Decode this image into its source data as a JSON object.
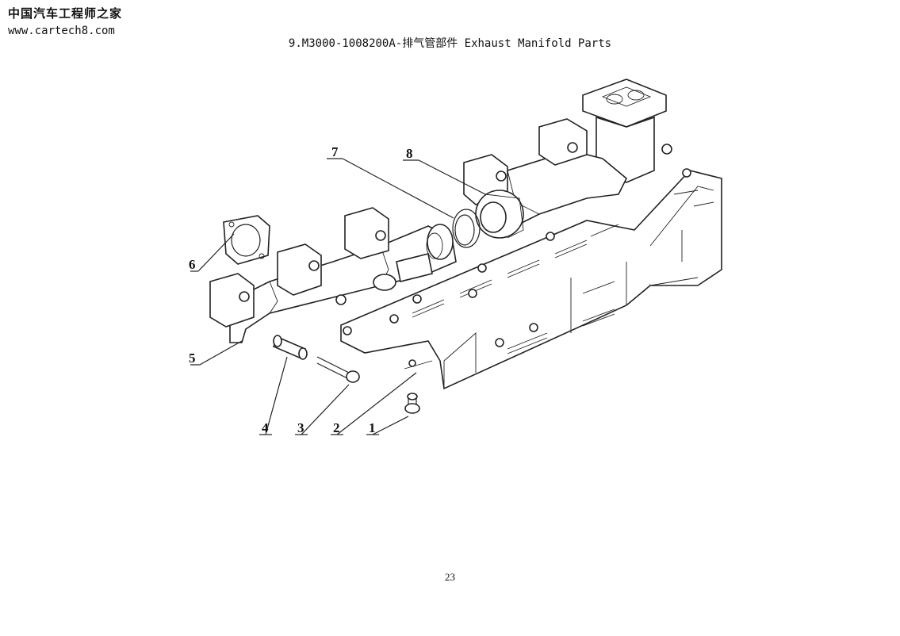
{
  "watermark": {
    "site_name": "中国汽车工程师之家",
    "url": "www.cartech8.com"
  },
  "title": "9.M3000-1008200A-排气管部件 Exhaust Manifold Parts",
  "callouts": [
    "1",
    "2",
    "3",
    "4",
    "5",
    "6",
    "7",
    "8"
  ],
  "page_number": "23"
}
